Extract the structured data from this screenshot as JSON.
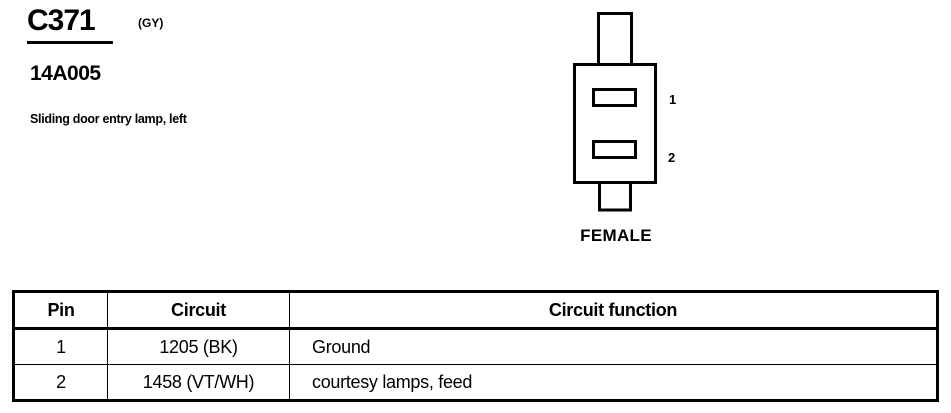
{
  "connector": {
    "id": "C371",
    "color_code": "(GY)",
    "part_number": "14A005",
    "description": "Sliding door entry lamp, left",
    "gender": "FEMALE",
    "pin_labels": [
      "1",
      "2"
    ]
  },
  "table": {
    "headers": {
      "pin": "Pin",
      "circuit": "Circuit",
      "function": "Circuit function"
    },
    "rows": [
      {
        "pin": "1",
        "circuit": "1205 (BK)",
        "function": "Ground"
      },
      {
        "pin": "2",
        "circuit": "1458 (VT/WH)",
        "function": "courtesy lamps, feed"
      }
    ]
  }
}
